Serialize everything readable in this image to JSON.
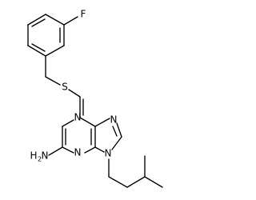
{
  "structure": {
    "labels": {
      "fluorine": "F",
      "sulfur": "S",
      "nitrogen_1": "N",
      "nitrogen_3": "N",
      "nitrogen_7": "N",
      "nitrogen_9": "N",
      "amine_main": "H",
      "amine_sub": "2",
      "amine_n": "N"
    },
    "colors": {
      "ink": "#000000",
      "background": "#ffffff"
    }
  }
}
